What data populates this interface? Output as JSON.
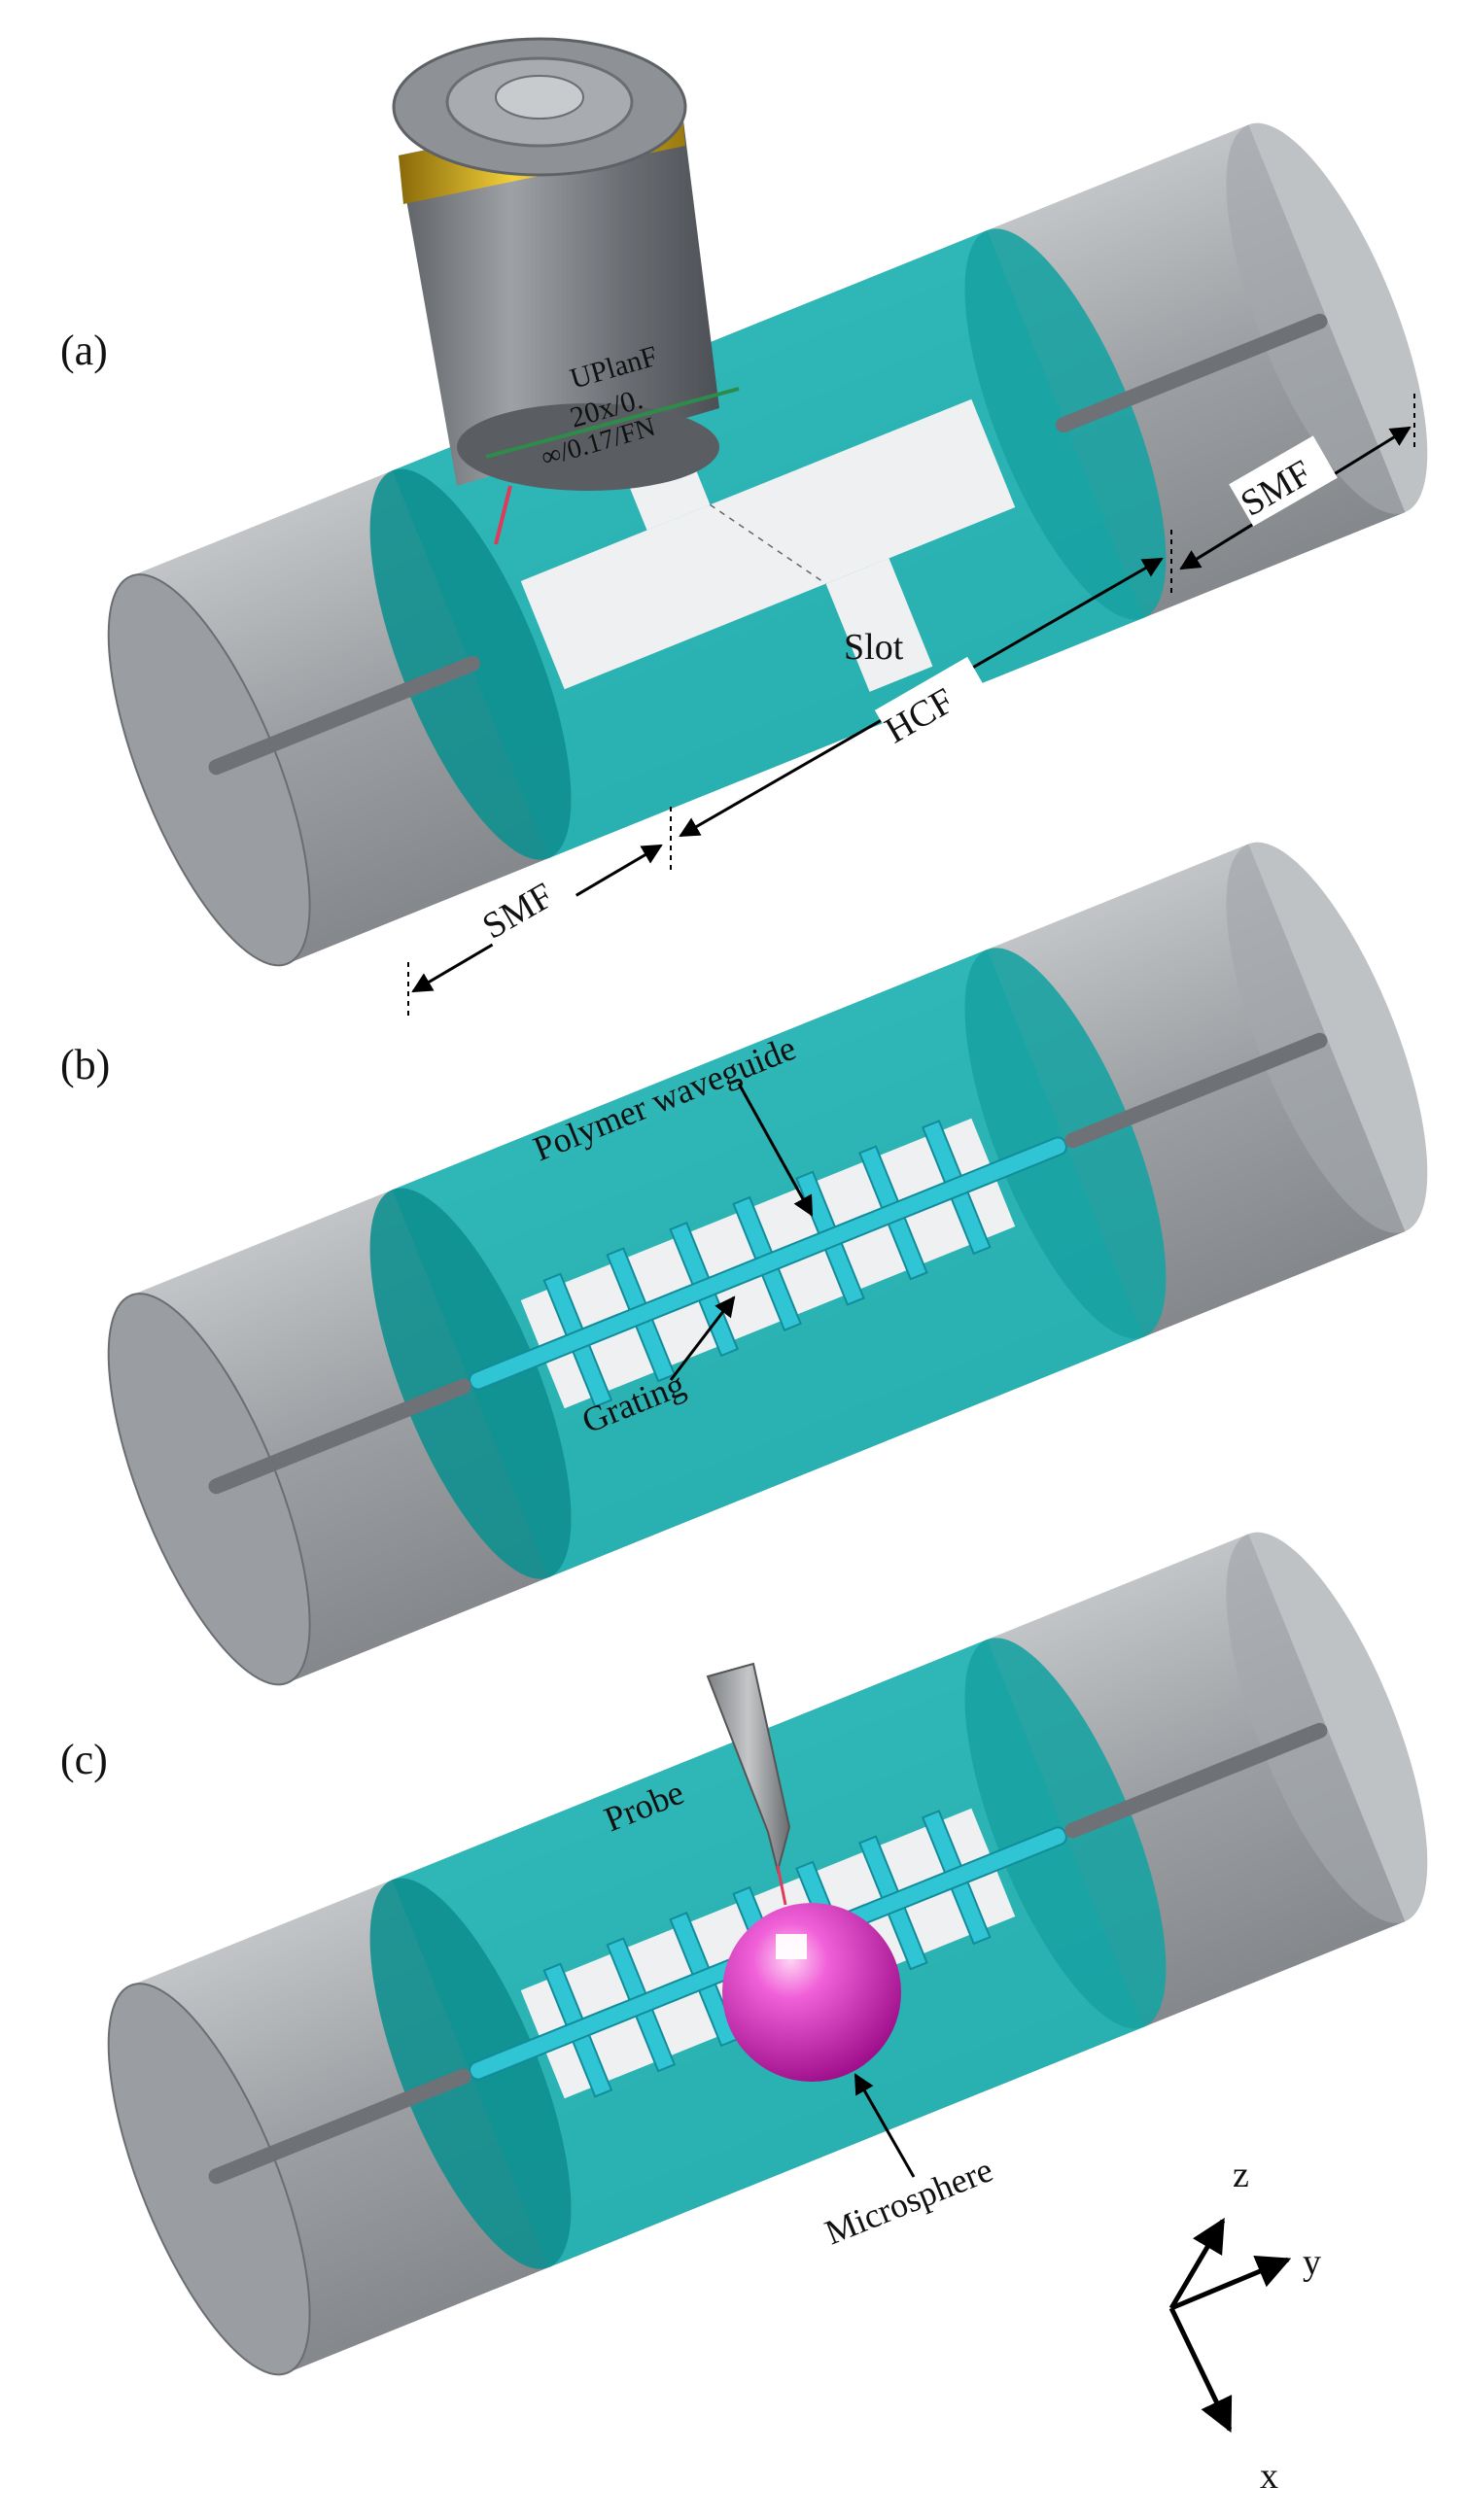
{
  "panels": {
    "a": {
      "label": "(a)"
    },
    "b": {
      "label": "(b)"
    },
    "c": {
      "label": "(c)"
    }
  },
  "objective": {
    "line1": "UPlanF",
    "line2": "20x/0.",
    "line3": "∞/0.17/FN"
  },
  "annotations": {
    "slot": "Slot",
    "hcf": "HCF",
    "smf_left": "SMF",
    "smf_right": "SMF",
    "polymer_waveguide": "Polymer waveguide",
    "grating": "Grating",
    "probe": "Probe",
    "microsphere": "Microsphere"
  },
  "axes": {
    "z": "z",
    "y": "y",
    "x": "x"
  },
  "colors": {
    "cladding": "#8e9296",
    "hcf": "#1fb5b5",
    "hcf_dark": "#0f8f8f",
    "slot": "#eef0f2",
    "microsphere": "#e040c8",
    "objective_gold": "#c9a21e"
  }
}
